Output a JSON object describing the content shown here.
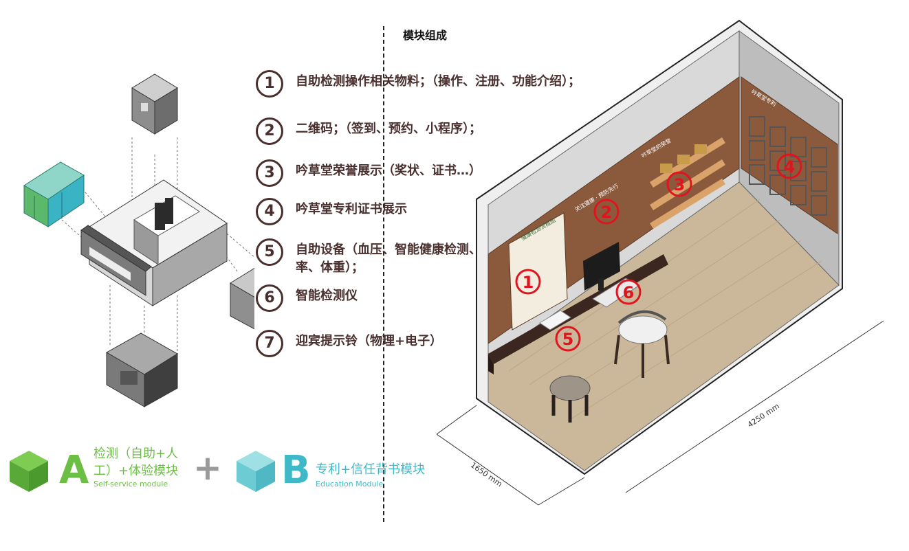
{
  "section_title": "模块组成",
  "items": [
    {
      "num": "1",
      "text": "自助检测操作相关物料；（操作、注册、功能介绍）；"
    },
    {
      "num": "2",
      "text": "二维码；（签到、预约、小程序）；"
    },
    {
      "num": "3",
      "text": "吟草堂荣誉展示（奖状、证书…）"
    },
    {
      "num": "4",
      "text": "吟草堂专利证书展示"
    },
    {
      "num": "5",
      "text": "自助设备（血压、智能健康检测、心率、体重）；"
    },
    {
      "num": "6",
      "text": "智能检测仪"
    },
    {
      "num": "7",
      "text": "迎宾提示铃（物理+电子）"
    }
  ],
  "legend": {
    "a_letter": "A",
    "a_title": "检测（自助+人工）+体验模块",
    "a_sub": "Self-service module",
    "plus": "+",
    "b_letter": "B",
    "b_title": "专利+信任背书模块",
    "b_sub": "Education Module"
  },
  "room": {
    "markers": [
      "1",
      "2",
      "3",
      "4",
      "5",
      "6"
    ],
    "dim_width": "1650 mm",
    "dim_length": "4250 mm",
    "panel_title_left": "健康检测流程图",
    "panel_title_2": "关注健康 · 预防先行",
    "panel_title_3": "吟草堂的荣誉",
    "panel_title_4": "吟草堂专利"
  },
  "colors": {
    "brown_text": "#4a2f2f",
    "green": "#6dbe45",
    "teal": "#3fb9c8",
    "marker_red": "#e0141e",
    "wall_brown": "#8b5a3c"
  }
}
